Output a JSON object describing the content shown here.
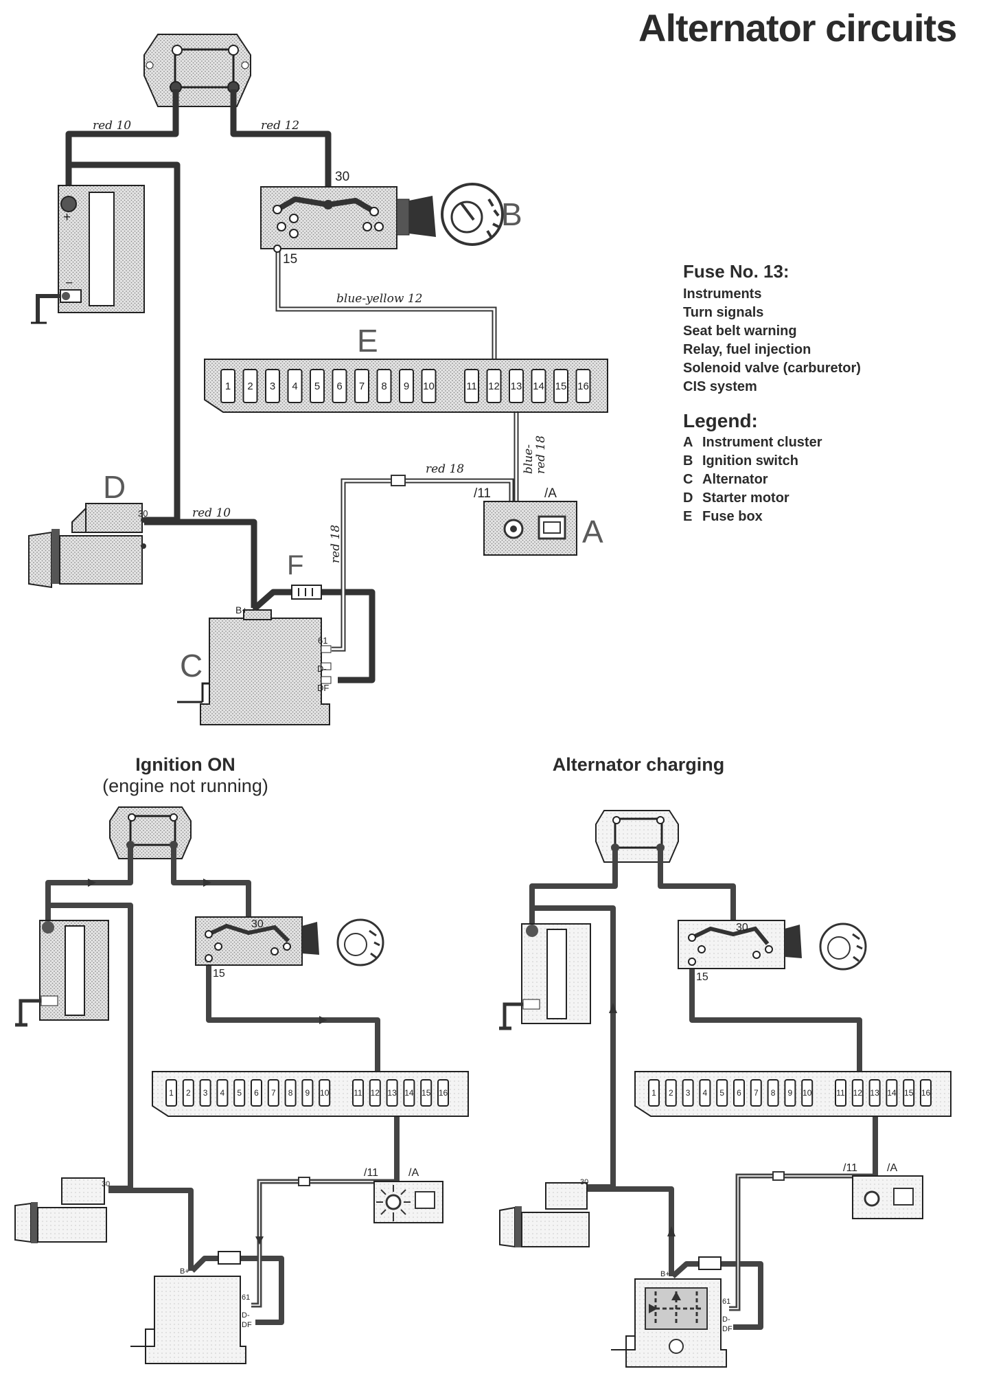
{
  "title": "Alternator circuits",
  "fuse_info": {
    "heading": "Fuse No. 13:",
    "items": [
      "Instruments",
      "Turn signals",
      "Seat belt warning",
      "Relay, fuel injection",
      "Solenoid valve (carburetor)",
      "CIS system"
    ]
  },
  "legend": {
    "heading": "Legend:",
    "entries": [
      {
        "key": "A",
        "label": "Instrument cluster"
      },
      {
        "key": "B",
        "label": "Ignition switch"
      },
      {
        "key": "C",
        "label": "Alternator"
      },
      {
        "key": "D",
        "label": "Starter motor"
      },
      {
        "key": "E",
        "label": "Fuse box"
      }
    ]
  },
  "component_letters": {
    "A": "A",
    "B": "B",
    "C": "C",
    "D": "D",
    "E": "E",
    "F": "F"
  },
  "wire_labels": {
    "red10_top": "red 10",
    "red12": "red 12",
    "blue_yellow": "blue-yellow 12",
    "blue": "blue-",
    "red18_a": "red 18",
    "red18_b": "red 18",
    "red18_c": "red 18",
    "red10_starter": "red 10"
  },
  "pin_labels": {
    "p30": "30",
    "p15": "15",
    "p11": "/11",
    "pA": "/A",
    "bplus": "B+",
    "p61": "61",
    "dminus": "D-",
    "df": "DF"
  },
  "fuse_numbers": [
    "1",
    "2",
    "3",
    "4",
    "5",
    "6",
    "7",
    "8",
    "9",
    "10",
    "11",
    "12",
    "13",
    "14",
    "15",
    "16"
  ],
  "captions": {
    "left_title": "Ignition ON",
    "left_sub": "(engine not running)",
    "right_title": "Alternator charging"
  }
}
